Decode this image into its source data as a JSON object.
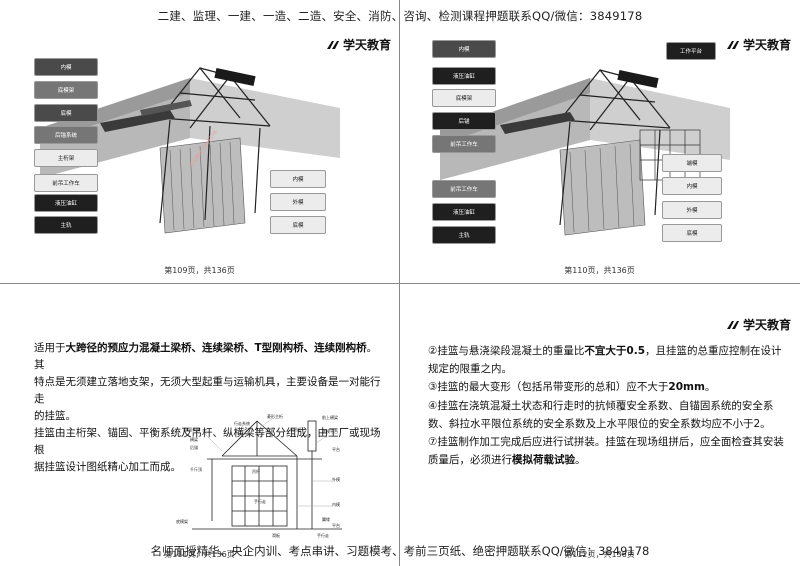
{
  "header_note": "二建、监理、一建、一造、二造、安全、消防、咨询、检测课程押题联系QQ/微信：3849178",
  "footer_note": "名师面授精华、央企内训、考点串讲、习题模考、考前三页纸、绝密押题联系QQ/微信：3849178",
  "brand": "学天教育",
  "slide1": {
    "page": "第109页，共136页",
    "left_tags": [
      "内模",
      "底模架",
      "底模",
      "后锚系统",
      "主桁架",
      "前吊工作车",
      "液压油缸",
      "主轨"
    ],
    "right_tags": [
      "内模",
      "外模",
      "底模"
    ]
  },
  "slide2": {
    "page": "第110页，共136页",
    "left_tags": [
      "内模",
      "液压油缸",
      "底模架",
      "后锚",
      "前吊工作车",
      "前吊工作车",
      "液压油缸",
      "主轨"
    ],
    "top_tag": "工作平台",
    "right_tags": [
      "端模",
      "内模",
      "外模",
      "底模"
    ]
  },
  "slide3": {
    "lines": [
      {
        "text": "适用于",
        "bold": "大跨径的预应力混凝土梁桥、连续梁桥、T型刚构桥、连续刚构桥",
        "tail": "。其"
      },
      {
        "text": "特点是无须建立落地支架，无须大型起重与运输机具，主要设备是一对能行走"
      },
      {
        "text": "的挂篮。"
      },
      {
        "text": "挂篮由主桁架、锚固、平衡系统及吊杆、纵横梁等部分组成，由工厂或现场根"
      },
      {
        "text": "据挂篮设计图纸精心加工而成。"
      }
    ],
    "diagram_labels": [
      "菱形主桁",
      "行走系统",
      "锚固系统",
      "横梁",
      "后锚",
      "前吊杆",
      "前上横梁",
      "底模平台",
      "平台",
      "外模",
      "内模",
      "千斤顶",
      "吊杆",
      "翼缘",
      "手行走",
      "底模架",
      "滑板",
      "手行走",
      "平台"
    ],
    "page": "第111页，共136页"
  },
  "slide4": {
    "paragraphs": [
      [
        {
          "t": "②挂篮与悬浇梁段混凝土的重量比"
        },
        {
          "t": "不宜大于0.5",
          "b": true
        },
        {
          "t": "，且挂篮的总重应控制在设计规定的限重之内。"
        }
      ],
      [
        {
          "t": "③挂篮的最大变形（包括吊带变形的总和）应不大于"
        },
        {
          "t": "20mm",
          "b": true
        },
        {
          "t": "。"
        }
      ],
      [
        {
          "t": "④挂篮在浇筑混凝土状态和行走时的抗倾覆安全系数、自锚固系统的安全系数、斜拉水平限位系统的安全系数及上水平限位的安全系数均应不小于2。"
        }
      ],
      [
        {
          "t": "⑦挂篮制作加工完成后应进行试拼装。挂篮在现场组拼后，应全面检查其安装质量后，必须进行"
        },
        {
          "t": "模拟荷载试验",
          "b": true
        },
        {
          "t": "。"
        }
      ]
    ],
    "page": "第112页，共136页"
  }
}
